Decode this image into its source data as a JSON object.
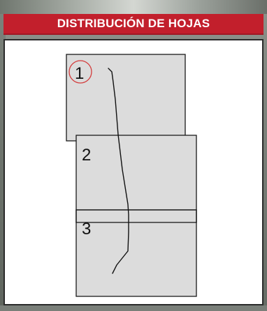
{
  "header": {
    "title": "DISTRIBUCIÓN DE HOJAS"
  },
  "sheets": [
    {
      "label": "1",
      "highlighted": true
    },
    {
      "label": "2",
      "highlighted": false
    },
    {
      "label": "3",
      "highlighted": false
    }
  ],
  "colors": {
    "header_background": "#c21f2c",
    "header_text": "#ffffff",
    "sheet_fill": "#dcdcdc",
    "sheet_stroke": "#1a1a1a",
    "highlight_circle": "#d33a3a",
    "route_line": "#111111"
  }
}
